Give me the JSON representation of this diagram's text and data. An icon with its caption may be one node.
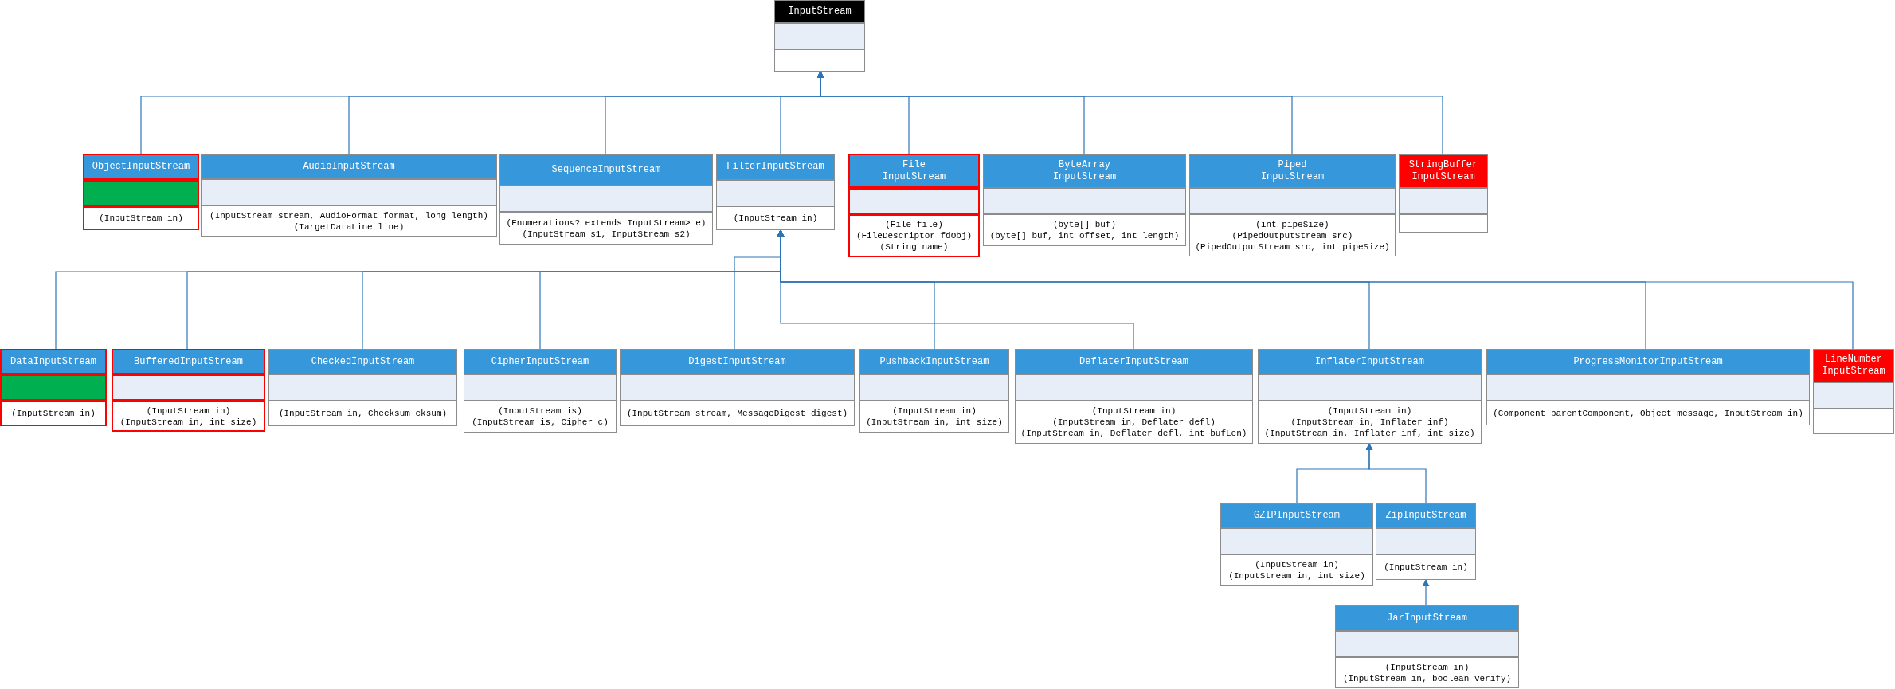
{
  "diagram": {
    "nodes": [
      {
        "text": [
          "InputStream"
        ]
      },
      {
        "text": [
          "ObjectInputStream",
          "(InputStream in)"
        ]
      },
      {
        "text": [
          "AudioInputStream",
          "(InputStream stream, AudioFormat format, long length)",
          "(TargetDataLine line)"
        ]
      },
      {
        "text": [
          "SequenceInputStream",
          "(Enumeration<? extends InputStream> e)",
          "(InputStream s1, InputStream s2)"
        ]
      },
      {
        "text": [
          "FilterInputStream",
          "(InputStream in)"
        ]
      },
      {
        "text": [
          "File InputStream",
          "(File file)",
          "(FileDescriptor fdObj)",
          "(String name)"
        ]
      },
      {
        "text": [
          "ByteArray InputStream",
          "(byte[] buf)",
          "(byte[] buf, int offset, int length)"
        ]
      },
      {
        "text": [
          "Piped InputStream",
          "(int pipeSize)",
          "(PipedOutputStream src)",
          "(PipedOutputStream src, int pipeSize)"
        ]
      },
      {
        "text": [
          "StringBuffer InputStream"
        ]
      },
      {
        "text": [
          "DataInputStream",
          "(InputStream in)"
        ]
      },
      {
        "text": [
          "BufferedInputStream",
          "(InputStream in)",
          "(InputStream in, int size)"
        ]
      },
      {
        "text": [
          "CheckedInputStream",
          "(InputStream in, Checksum cksum)"
        ]
      },
      {
        "text": [
          "CipherInputStream",
          "(InputStream is)",
          "(InputStream is, Cipher c)"
        ]
      },
      {
        "text": [
          "DigestInputStream",
          "(InputStream stream, MessageDigest digest)"
        ]
      },
      {
        "text": [
          "PushbackInputStream",
          "(InputStream in)",
          "(InputStream in, int size)"
        ]
      },
      {
        "text": [
          "DeflaterInputStream",
          "(InputStream in)",
          "(InputStream in, Deflater defl)",
          "(InputStream in, Deflater defl, int bufLen)"
        ]
      },
      {
        "text": [
          "InflaterInputStream",
          "(InputStream in)",
          "(InputStream in, Inflater inf)",
          "(InputStream in, Inflater inf, int size)"
        ]
      },
      {
        "text": [
          "ProgressMonitorInputStream",
          "(Component parentComponent, Object message, InputStream in)"
        ]
      },
      {
        "text": [
          "LineNumber InputStream"
        ]
      },
      {
        "text": [
          "GZIPInputStream",
          "(InputStream in)",
          "(InputStream in, int size)"
        ]
      },
      {
        "text": [
          "ZipInputStream",
          "(InputStream in)"
        ]
      },
      {
        "text": [
          "JarInputStream",
          "(InputStream in)",
          "(InputStream in, boolean verify)"
        ]
      }
    ],
    "edges": [
      {
        "from": 1,
        "to": 0,
        "arrow": "to"
      },
      {
        "from": 2,
        "to": 0,
        "arrow": "to"
      },
      {
        "from": 3,
        "to": 0,
        "arrow": "to"
      },
      {
        "from": 4,
        "to": 0,
        "arrow": "to"
      },
      {
        "from": 5,
        "to": 0,
        "arrow": "to"
      },
      {
        "from": 6,
        "to": 0,
        "arrow": "to"
      },
      {
        "from": 7,
        "to": 0,
        "arrow": "to"
      },
      {
        "from": 8,
        "to": 0,
        "arrow": "to"
      },
      {
        "from": 9,
        "to": 4,
        "arrow": "to"
      },
      {
        "from": 10,
        "to": 4,
        "arrow": "to"
      },
      {
        "from": 11,
        "to": 4,
        "arrow": "to"
      },
      {
        "from": 12,
        "to": 4,
        "arrow": "to"
      },
      {
        "from": 13,
        "to": 4,
        "arrow": "to"
      },
      {
        "from": 14,
        "to": 4,
        "arrow": "to"
      },
      {
        "from": 15,
        "to": 4,
        "arrow": "to"
      },
      {
        "from": 16,
        "to": 4,
        "arrow": "to"
      },
      {
        "from": 17,
        "to": 4,
        "arrow": "to"
      },
      {
        "from": 18,
        "to": 4,
        "arrow": "to"
      },
      {
        "from": 19,
        "to": 16,
        "arrow": "to"
      },
      {
        "from": 20,
        "to": 16,
        "arrow": "to"
      },
      {
        "from": 21,
        "to": 20,
        "arrow": "to"
      }
    ]
  }
}
